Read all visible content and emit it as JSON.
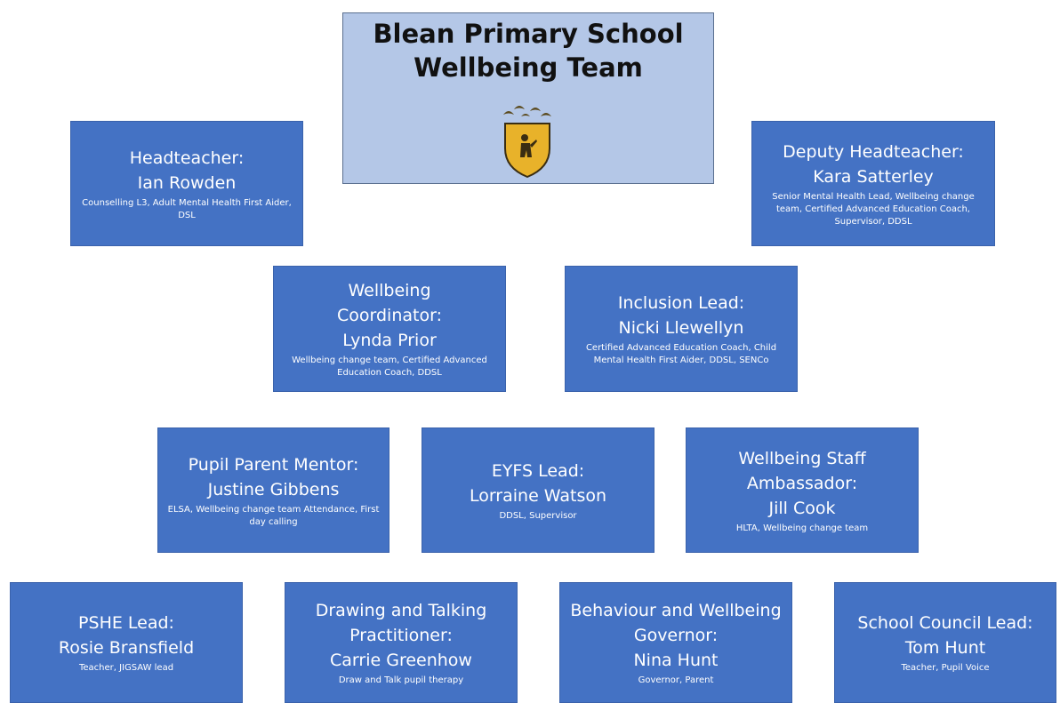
{
  "header": {
    "line1": "Blean Primary School",
    "line2": "Wellbeing Team",
    "crest_icon": "school-crest-icon",
    "crest_colors": {
      "shield": "#e8b22a",
      "outline": "#3a2d12",
      "birds": "#5b4a1d"
    }
  },
  "colors": {
    "title_box_bg": "#b4c7e7",
    "role_box_bg": "#4472c4",
    "role_text": "#ffffff"
  },
  "roles": [
    {
      "title": "Headteacher:",
      "name": "Ian Rowden",
      "detail": "Counselling L3, Adult Mental Health First Aider, DSL"
    },
    {
      "title": "Deputy Headteacher:",
      "name": "Kara Satterley",
      "detail": "Senior Mental Health Lead, Wellbeing change team, Certified Advanced Education Coach, Supervisor, DDSL"
    },
    {
      "title": "Wellbeing Coordinator:",
      "name": "Lynda Prior",
      "detail": "Wellbeing change team, Certified Advanced Education Coach, DDSL"
    },
    {
      "title": "Inclusion Lead:",
      "name": "Nicki Llewellyn",
      "detail": "Certified Advanced Education Coach, Child Mental Health First Aider, DDSL, SENCo"
    },
    {
      "title": "Pupil Parent Mentor:",
      "name": "Justine Gibbens",
      "detail": "ELSA, Wellbeing change team Attendance, First day calling"
    },
    {
      "title": "EYFS Lead:",
      "name": "Lorraine Watson",
      "detail": "DDSL, Supervisor"
    },
    {
      "title": "Wellbeing Staff Ambassador:",
      "name": "Jill Cook",
      "detail": "HLTA, Wellbeing change team"
    },
    {
      "title": "PSHE Lead:",
      "name": "Rosie Bransfield",
      "detail": "Teacher, JIGSAW lead"
    },
    {
      "title": "Drawing and Talking Practitioner:",
      "name": "Carrie Greenhow",
      "detail": "Draw and Talk pupil therapy"
    },
    {
      "title": "Behaviour and Wellbeing Governor:",
      "name": "Nina Hunt",
      "detail": "Governor, Parent"
    },
    {
      "title": "School Council Lead:",
      "name": "Tom Hunt",
      "detail": "Teacher, Pupil Voice"
    }
  ]
}
